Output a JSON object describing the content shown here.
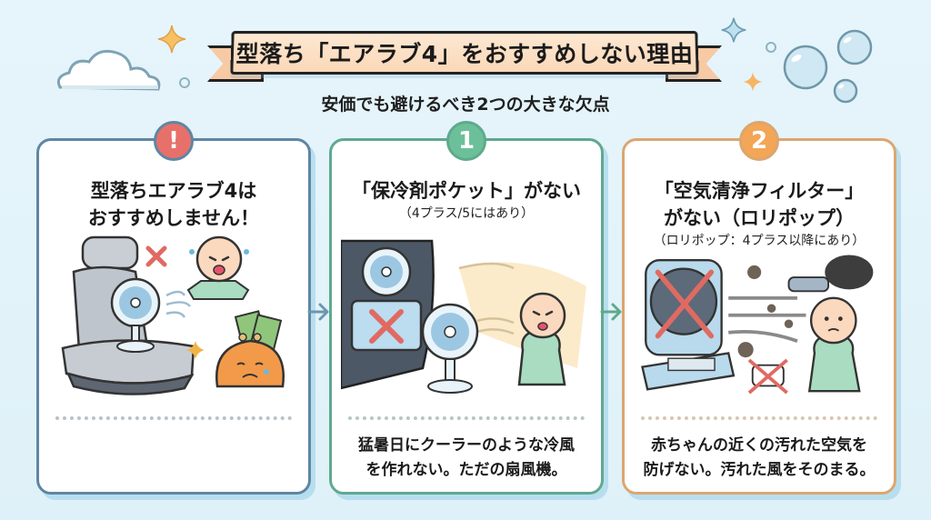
{
  "header": {
    "title": "型落ち「エアラブ4」をおすすめしない理由",
    "subtitle": "安価でも避けるべき2つの大きな欠点"
  },
  "cards": [
    {
      "badge": "!",
      "badge_icon": "exclamation-icon",
      "title_line1": "型落ちエアラブ4は",
      "title_line2": "おすすめしません！",
      "note": "",
      "body_line1": "",
      "body_line2": "",
      "illustration": [
        "car-seat-with-fan",
        "red-x-mark",
        "crying-baby",
        "sad-coin-purse-with-money",
        "sparkles",
        "wind-lines"
      ],
      "accent": "#e7706a",
      "border": "#5f86a3"
    },
    {
      "badge": "1",
      "title_line1": "「保冷剤ポケット」がない",
      "title_line2": "",
      "note": "（4プラス/5にはあり）",
      "body_line1": "猛暑日にクーラーのような冷風",
      "body_line2": "を作れない。ただの扇風機。",
      "illustration": [
        "seat-fan-with-crossed-pocket",
        "desk-fan",
        "warm-air-waves",
        "uncomfortable-baby"
      ],
      "accent": "#6cc099",
      "border": "#5fa98e"
    },
    {
      "badge": "2",
      "title_line1": "「空気清浄フィルター」",
      "title_line2": "がない（ロリポップ）",
      "note": "（ロリポップ：4プラス以降にあり）",
      "body_line1": "赤ちゃんの近くの汚れた空気を",
      "body_line2": "防げない。汚れた風をそのまる。",
      "illustration": [
        "crossed-air-purifier-fan",
        "dust-particles",
        "car-exhaust",
        "crossed-mask",
        "sad-baby"
      ],
      "accent": "#f3a655",
      "border": "#dba670"
    }
  ],
  "connectors": [
    "arrow-right",
    "arrow-right"
  ],
  "decorations": [
    "cloud",
    "sparkle-yellow",
    "sparkle-blue",
    "sparkle-orange",
    "bubbles"
  ]
}
